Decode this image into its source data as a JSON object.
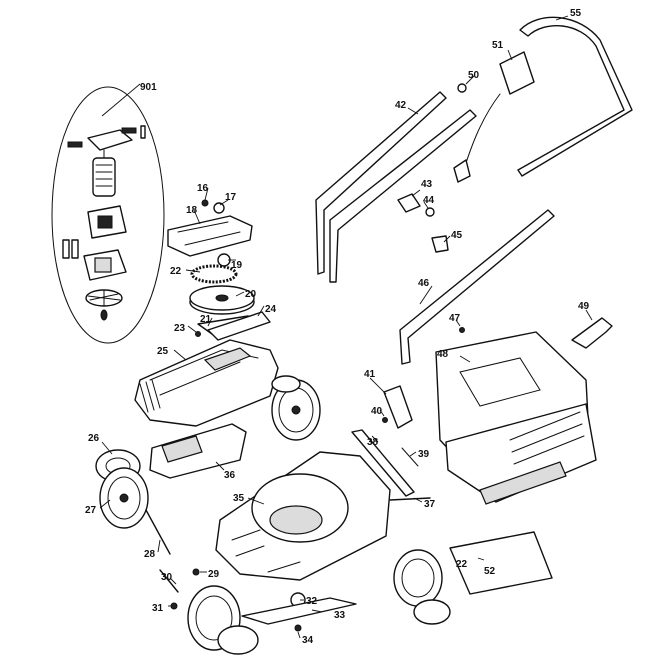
{
  "callouts": {
    "p901": "901",
    "p16": "16",
    "p17": "17",
    "p18": "18",
    "p19": "19",
    "p20": "20",
    "p21": "21",
    "p22a": "22",
    "p22b": "22",
    "p23": "23",
    "p24": "24",
    "p25": "25",
    "p26": "26",
    "p27": "27",
    "p28": "28",
    "p29": "29",
    "p30": "30",
    "p31": "31",
    "p32": "32",
    "p33": "33",
    "p34": "34",
    "p35": "35",
    "p36": "36",
    "p37": "37",
    "p38": "38",
    "p39": "39",
    "p40": "40",
    "p41": "41",
    "p42": "42",
    "p43": "43",
    "p44": "44",
    "p45": "45",
    "p46": "46",
    "p47": "47",
    "p48": "48",
    "p49": "49",
    "p50": "50",
    "p51": "51",
    "p52": "52",
    "p55": "55"
  },
  "colors": {
    "line": "#111111",
    "background": "#ffffff",
    "shade": "#dcdcdc"
  }
}
